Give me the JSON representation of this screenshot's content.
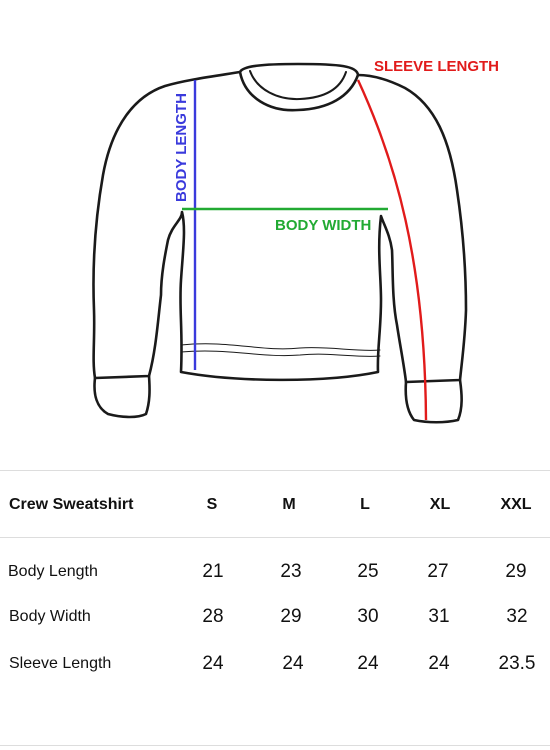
{
  "diagram": {
    "labels": {
      "sleeve_length": "SLEEVE LENGTH",
      "body_length": "BODY LENGTH",
      "body_width": "BODY WIDTH"
    },
    "colors": {
      "sleeve_length": "#e11b1b",
      "body_length": "#3a3adc",
      "body_width": "#22aa33",
      "outline": "#1a1a1a"
    }
  },
  "table": {
    "title": "Crew Sweatshirt",
    "sizes": [
      "S",
      "M",
      "L",
      "XL",
      "XXL"
    ],
    "rows": [
      {
        "label": "Body Length",
        "values": [
          "21",
          "23",
          "25",
          "27",
          "29"
        ]
      },
      {
        "label": "Body Width",
        "values": [
          "28",
          "29",
          "30",
          "31",
          "32"
        ]
      },
      {
        "label": "Sleeve Length",
        "values": [
          "24",
          "24",
          "24",
          "24",
          "23.5"
        ]
      }
    ]
  }
}
